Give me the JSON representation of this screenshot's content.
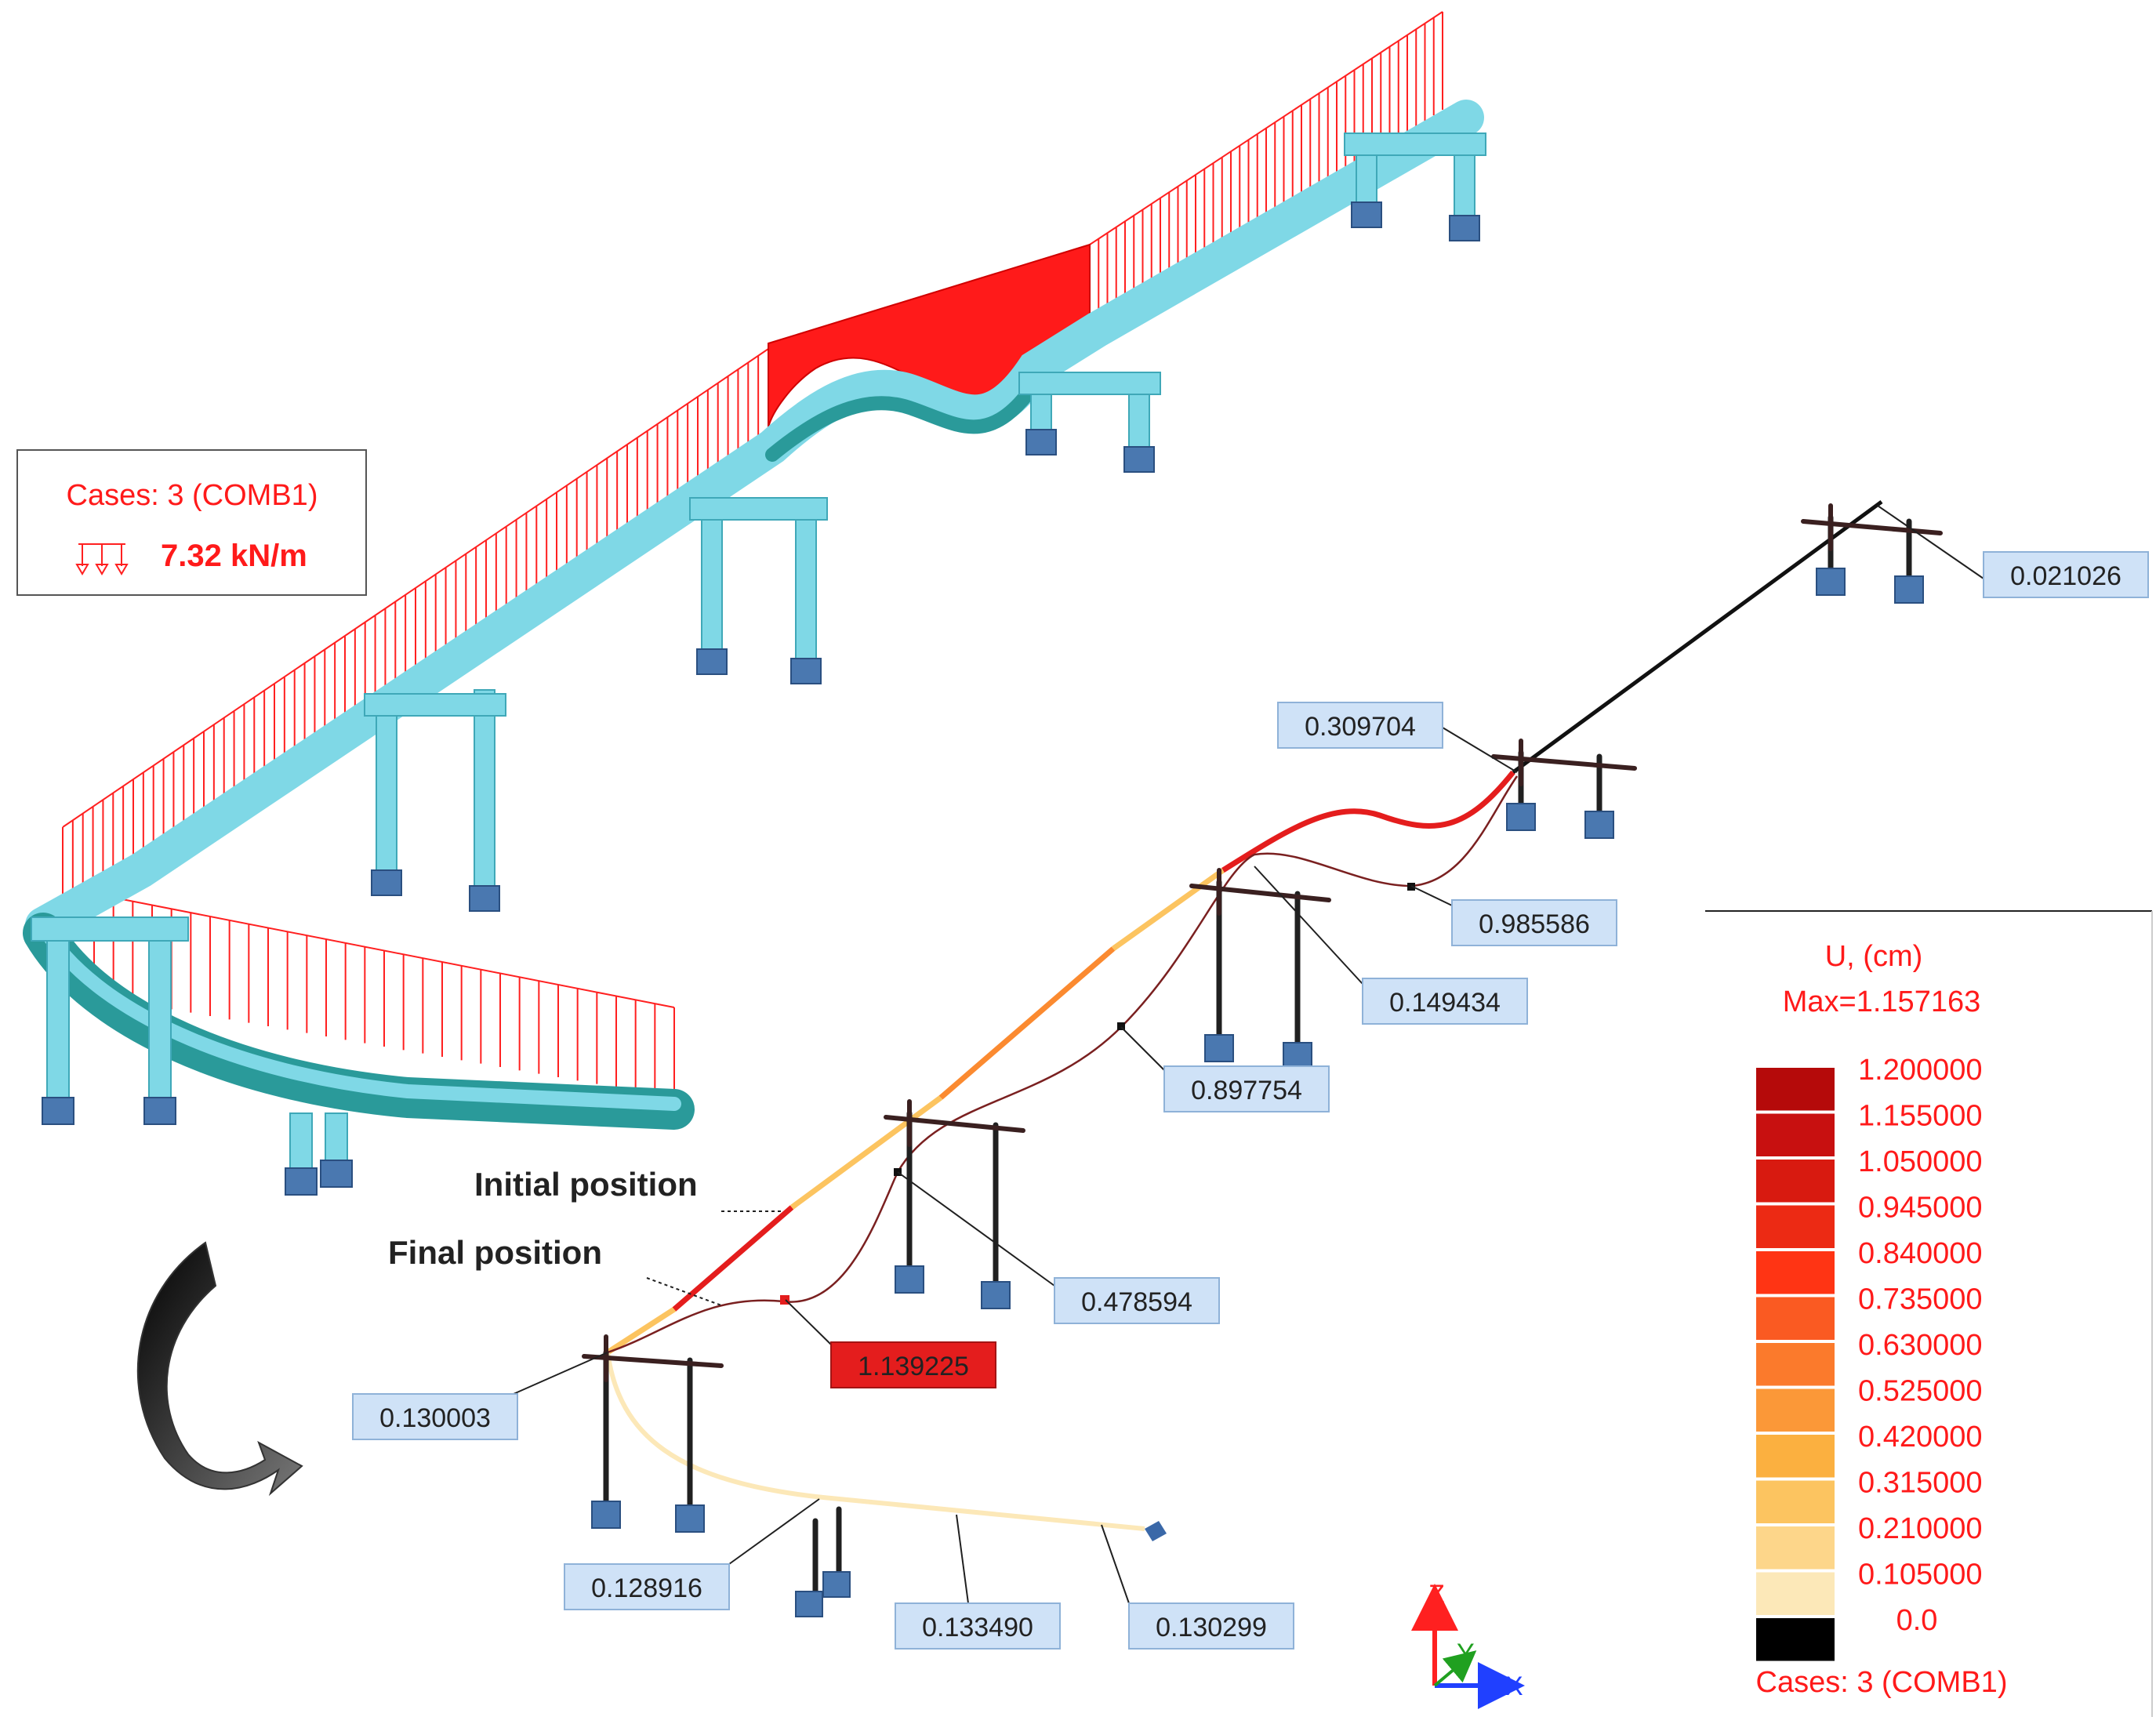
{
  "load_case": {
    "title": "Cases: 3 (COMB1)",
    "load_value": "7.32 kN/m",
    "color": "#ff2020"
  },
  "legend": {
    "quantity": "U, (cm)",
    "max": "Max=1.157163",
    "footer": "Cases: 3 (COMB1)",
    "levels": [
      {
        "value": "1.200000",
        "color": "#b50a0a"
      },
      {
        "value": "1.155000",
        "color": "#c81010"
      },
      {
        "value": "1.050000",
        "color": "#d81a10"
      },
      {
        "value": "0.945000",
        "color": "#ec2a14"
      },
      {
        "value": "0.840000",
        "color": "#ff3414"
      },
      {
        "value": "0.735000",
        "color": "#fa5a22"
      },
      {
        "value": "0.630000",
        "color": "#fb7a2c"
      },
      {
        "value": "0.525000",
        "color": "#fb9838"
      },
      {
        "value": "0.420000",
        "color": "#fbb040"
      },
      {
        "value": "0.315000",
        "color": "#fcc460"
      },
      {
        "value": "0.210000",
        "color": "#fdd68a"
      },
      {
        "value": "0.105000",
        "color": "#fce8b8"
      },
      {
        "value": "0.0",
        "color": "#000000"
      }
    ]
  },
  "annotations": {
    "initial": "Initial position",
    "final": "Final position"
  },
  "value_labels": [
    {
      "id": "v1",
      "text": "0.021026"
    },
    {
      "id": "v2",
      "text": "0.309704"
    },
    {
      "id": "v3",
      "text": "0.985586"
    },
    {
      "id": "v4",
      "text": "0.149434"
    },
    {
      "id": "v5",
      "text": "0.897754"
    },
    {
      "id": "v6",
      "text": "0.478594"
    },
    {
      "id": "v7",
      "text": "1.139225"
    },
    {
      "id": "v8",
      "text": "0.130003"
    },
    {
      "id": "v9",
      "text": "0.128916"
    },
    {
      "id": "v10",
      "text": "0.133490"
    },
    {
      "id": "v11",
      "text": "0.130299"
    }
  ],
  "axes": {
    "z": "Z",
    "y": "Y",
    "x": "X"
  }
}
